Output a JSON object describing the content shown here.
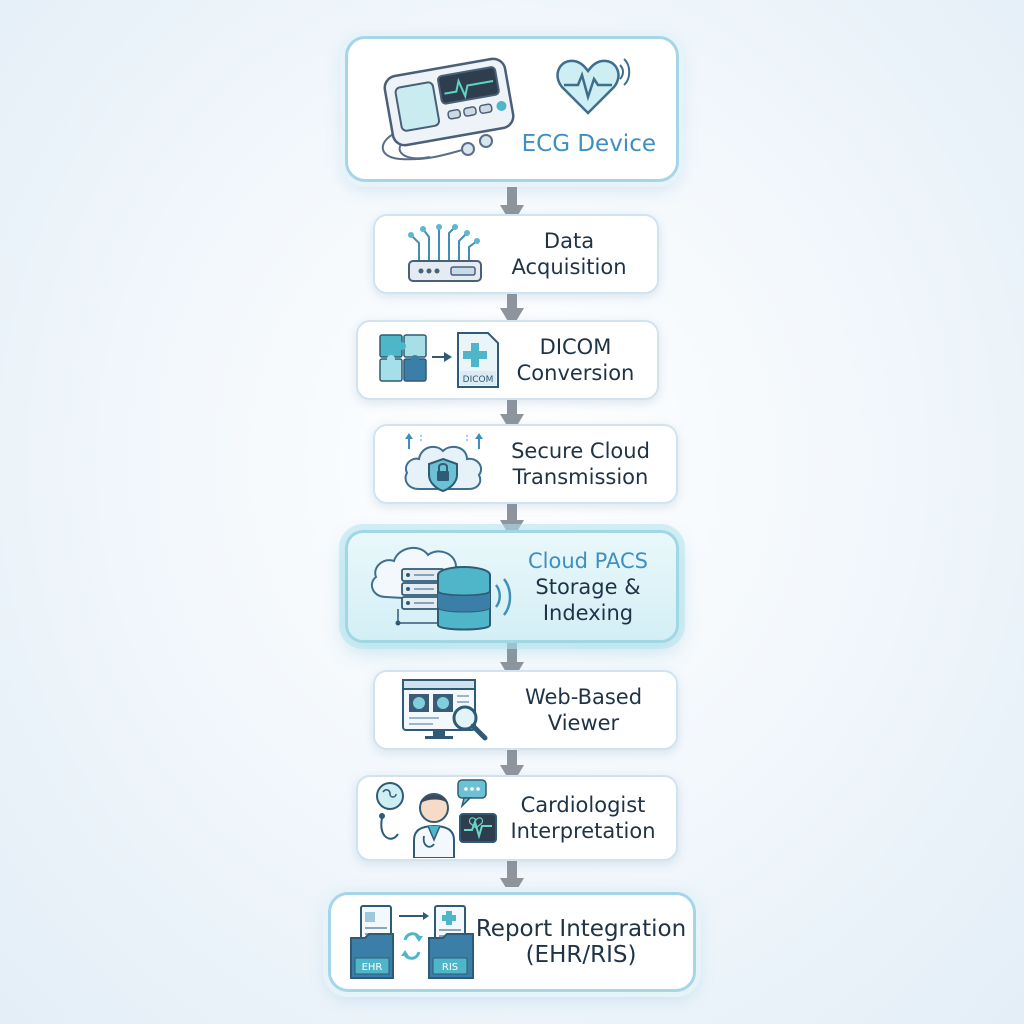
{
  "steps": [
    {
      "lines": [
        "ECG Device"
      ],
      "icon": "ecg-device-icon"
    },
    {
      "lines": [
        "Data",
        "Acquisition"
      ],
      "icon": "data-acquisition-icon"
    },
    {
      "lines": [
        "DICOM",
        "Conversion"
      ],
      "icon": "dicom-conversion-icon",
      "icon_text": "DICOM"
    },
    {
      "lines": [
        "Secure Cloud",
        "Transmission"
      ],
      "icon": "secure-cloud-icon"
    },
    {
      "lines": [
        "Cloud PACS",
        "Storage &",
        "Indexing"
      ],
      "icon": "cloud-pacs-storage-icon"
    },
    {
      "lines": [
        "Web-Based",
        "Viewer"
      ],
      "icon": "web-viewer-icon"
    },
    {
      "lines": [
        "Cardiologist",
        "Interpretation"
      ],
      "icon": "cardiologist-icon"
    },
    {
      "lines": [
        "Report Integration",
        "(EHR/RIS)"
      ],
      "icon": "report-integration-icon",
      "folder_labels": [
        "EHR",
        "RIS"
      ]
    }
  ],
  "colors": {
    "accent": "#3e8fc2",
    "teal": "#4fb6c9",
    "arrow": "#8f959c",
    "border": "#d2e3f0"
  }
}
